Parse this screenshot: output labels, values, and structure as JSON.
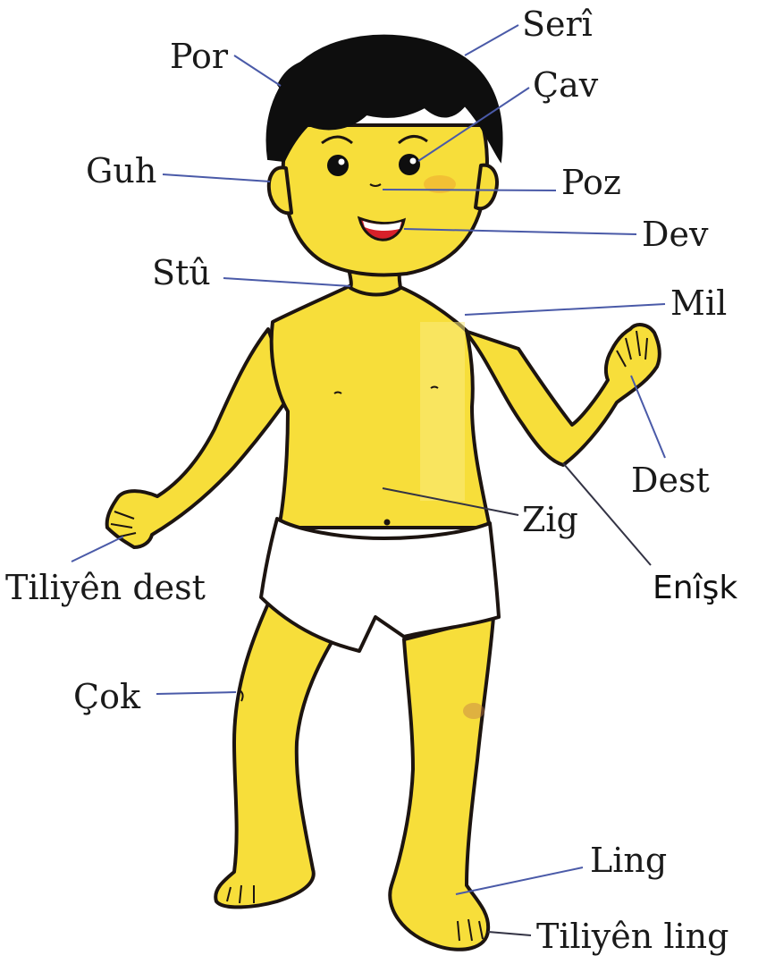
{
  "labels": {
    "seri": "Serî",
    "por": "Por",
    "cav": "Çav",
    "guh": "Guh",
    "poz": "Poz",
    "dev": "Dev",
    "stu": "Stû",
    "mil": "Mil",
    "dest": "Dest",
    "zig": "Zig",
    "eniisk": "Enîşk",
    "tiliyen_dest": "Tiliyên dest",
    "cok": "Çok",
    "ling": "Ling",
    "tiliyen_ling": "Tiliyên ling"
  },
  "colors": {
    "skin": "#f7de3a",
    "skin_light": "#fbeb7e",
    "hair": "#0e0e0e",
    "shorts": "#ffffff",
    "mouth": "#d8202a",
    "leader": "#4a5aa8"
  }
}
